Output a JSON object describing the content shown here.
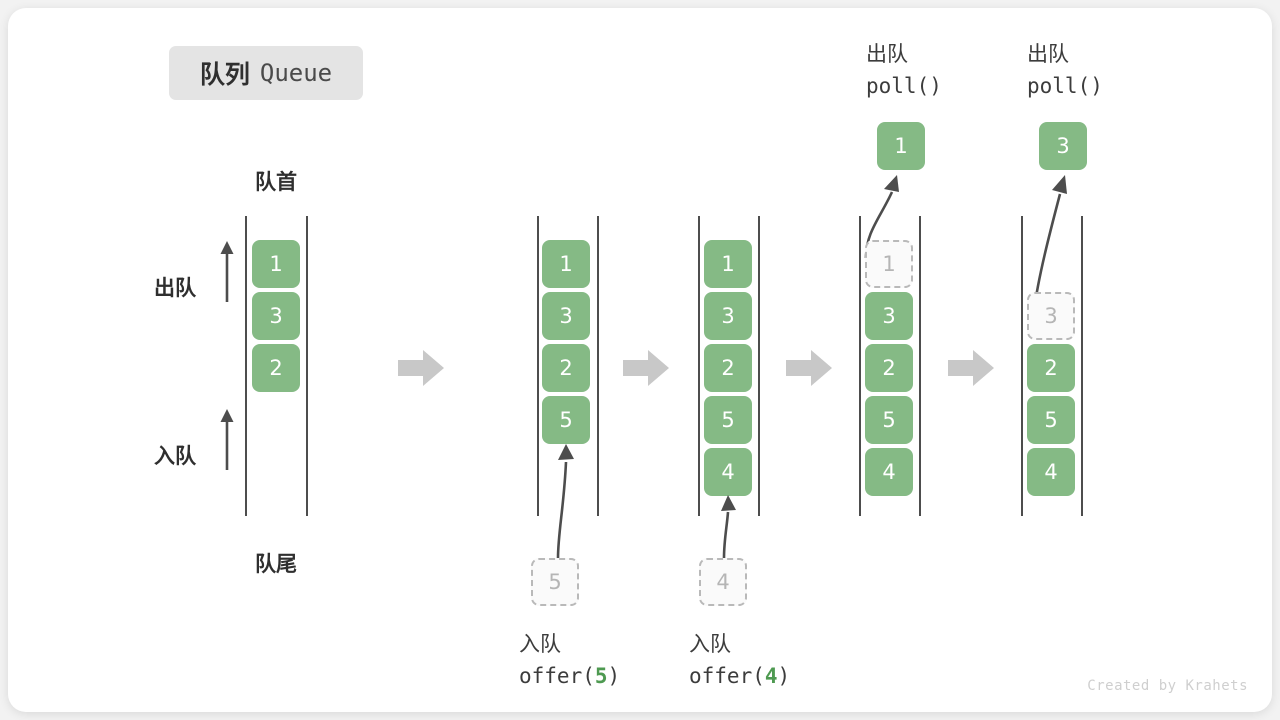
{
  "title": {
    "cn": "队列",
    "en": "Queue"
  },
  "labels": {
    "front": "队首",
    "rear": "队尾",
    "dequeue": "出队",
    "enqueue": "入队"
  },
  "watermark": "Created by Krahets",
  "colors": {
    "cell_fill": "#85ba85",
    "cell_text": "#ffffff",
    "ghost_fill": "#fafafa",
    "ghost_border": "#b9b9b9",
    "ghost_text": "#b5b5b5",
    "rail": "#4d4d4d",
    "step_arrow": "#c8c8c8",
    "badge_bg": "#e4e4e4",
    "accent_green": "#4e9a51",
    "card_bg": "#ffffff",
    "page_bg": "#f2f2f2"
  },
  "panels": [
    {
      "id": "initial",
      "cells": [
        "1",
        "3",
        "2"
      ],
      "ghost_top": null,
      "op_cn": null,
      "op_code": null,
      "op_arg": null,
      "popped": null
    },
    {
      "id": "after-offer-5",
      "cells": [
        "1",
        "3",
        "2",
        "5"
      ],
      "ghost_top": null,
      "op_cn": "入队",
      "op_code_prefix": "offer(",
      "op_arg": "5",
      "op_code_suffix": ")",
      "incoming": "5",
      "popped": null
    },
    {
      "id": "after-offer-4",
      "cells": [
        "1",
        "3",
        "2",
        "5",
        "4"
      ],
      "ghost_top": null,
      "op_cn": "入队",
      "op_code_prefix": "offer(",
      "op_arg": "4",
      "op_code_suffix": ")",
      "incoming": "4",
      "popped": null
    },
    {
      "id": "after-poll-1",
      "cells": [
        "3",
        "2",
        "5",
        "4"
      ],
      "ghost_top": "1",
      "op_cn": "出队",
      "op_code_prefix": "poll(",
      "op_arg": "",
      "op_code_suffix": ")",
      "popped": "1"
    },
    {
      "id": "after-poll-3",
      "cells": [
        "2",
        "5",
        "4"
      ],
      "ghost_top": "3",
      "op_cn": "出队",
      "op_code_prefix": "poll(",
      "op_arg": "",
      "op_code_suffix": ")",
      "popped": "3"
    }
  ]
}
